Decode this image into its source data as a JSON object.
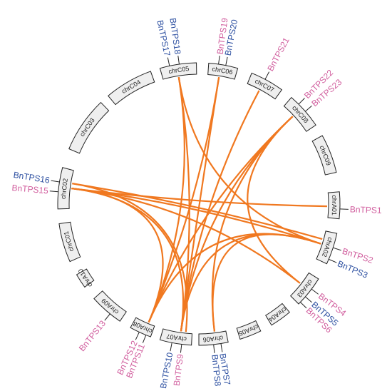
{
  "colors": {
    "link": "#f07820",
    "gene_blue": "#2b4ea0",
    "gene_pink": "#d15e9e"
  },
  "chromosomes": [
    {
      "id": "A01",
      "label": "chrA01"
    },
    {
      "id": "A02",
      "label": "chrA02"
    },
    {
      "id": "A03",
      "label": "chrA03"
    },
    {
      "id": "A04",
      "label": "chrA04"
    },
    {
      "id": "A05",
      "label": "chrA05"
    },
    {
      "id": "A06",
      "label": "chrA06"
    },
    {
      "id": "A07",
      "label": "chrA07"
    },
    {
      "id": "A08",
      "label": "chrA08"
    },
    {
      "id": "A09",
      "label": "chrA09"
    },
    {
      "id": "A10",
      "label": "chrA10"
    },
    {
      "id": "C01",
      "label": "chrC01"
    },
    {
      "id": "C02",
      "label": "chrC02"
    },
    {
      "id": "C03",
      "label": "chrC03"
    },
    {
      "id": "C04",
      "label": "chrC04"
    },
    {
      "id": "C05",
      "label": "chrC05"
    },
    {
      "id": "C06",
      "label": "chrC06"
    },
    {
      "id": "C07",
      "label": "chrC07"
    },
    {
      "id": "C08",
      "label": "chrC08"
    },
    {
      "id": "C09",
      "label": "chrC09"
    }
  ],
  "genes": [
    {
      "name": "BnTPS1",
      "chromosome": "A01",
      "color": "pink"
    },
    {
      "name": "BnTPS2",
      "chromosome": "A02",
      "color": "pink"
    },
    {
      "name": "BnTPS3",
      "chromosome": "A02",
      "color": "blue"
    },
    {
      "name": "BnTPS4",
      "chromosome": "A03",
      "color": "pink"
    },
    {
      "name": "BnTPS5",
      "chromosome": "A03",
      "color": "blue"
    },
    {
      "name": "BnTPS6",
      "chromosome": "A03",
      "color": "pink"
    },
    {
      "name": "BnTPS7",
      "chromosome": "A06",
      "color": "blue"
    },
    {
      "name": "BnTPS8",
      "chromosome": "A06",
      "color": "blue"
    },
    {
      "name": "BnTPS9",
      "chromosome": "A07",
      "color": "pink"
    },
    {
      "name": "BnTPS10",
      "chromosome": "A07",
      "color": "blue"
    },
    {
      "name": "BnTPS11",
      "chromosome": "A08",
      "color": "pink"
    },
    {
      "name": "BnTPS12",
      "chromosome": "A08",
      "color": "pink"
    },
    {
      "name": "BnTPS13",
      "chromosome": "A09",
      "color": "pink"
    },
    {
      "name": "BnTPS15",
      "chromosome": "C02",
      "color": "pink"
    },
    {
      "name": "BnTPS16",
      "chromosome": "C02",
      "color": "blue"
    },
    {
      "name": "BnTPS17",
      "chromosome": "C05",
      "color": "blue"
    },
    {
      "name": "BnTPS18",
      "chromosome": "C05",
      "color": "blue"
    },
    {
      "name": "BnTPS19",
      "chromosome": "C06",
      "color": "pink"
    },
    {
      "name": "BnTPS20",
      "chromosome": "C06",
      "color": "blue"
    },
    {
      "name": "BnTPS21",
      "chromosome": "C07",
      "color": "pink"
    },
    {
      "name": "BnTPS22",
      "chromosome": "C08",
      "color": "pink"
    },
    {
      "name": "BnTPS23",
      "chromosome": "C08",
      "color": "pink"
    }
  ],
  "links": [
    [
      "C05",
      "A07"
    ],
    [
      "C05",
      "A08"
    ],
    [
      "C05",
      "A02"
    ],
    [
      "C06",
      "A07"
    ],
    [
      "C06",
      "A08"
    ],
    [
      "C07",
      "A07"
    ],
    [
      "C08",
      "A07"
    ],
    [
      "C08",
      "A08"
    ],
    [
      "C08",
      "A06"
    ],
    [
      "C08",
      "A03"
    ],
    [
      "C02",
      "A01"
    ],
    [
      "C02",
      "A02"
    ],
    [
      "C02",
      "A07"
    ],
    [
      "C02",
      "A08"
    ],
    [
      "C02",
      "A02"
    ],
    [
      "C02",
      "A03"
    ],
    [
      "C02",
      "A07"
    ],
    [
      "A02",
      "A07"
    ],
    [
      "A02",
      "A08"
    ],
    [
      "A02",
      "A06"
    ]
  ]
}
